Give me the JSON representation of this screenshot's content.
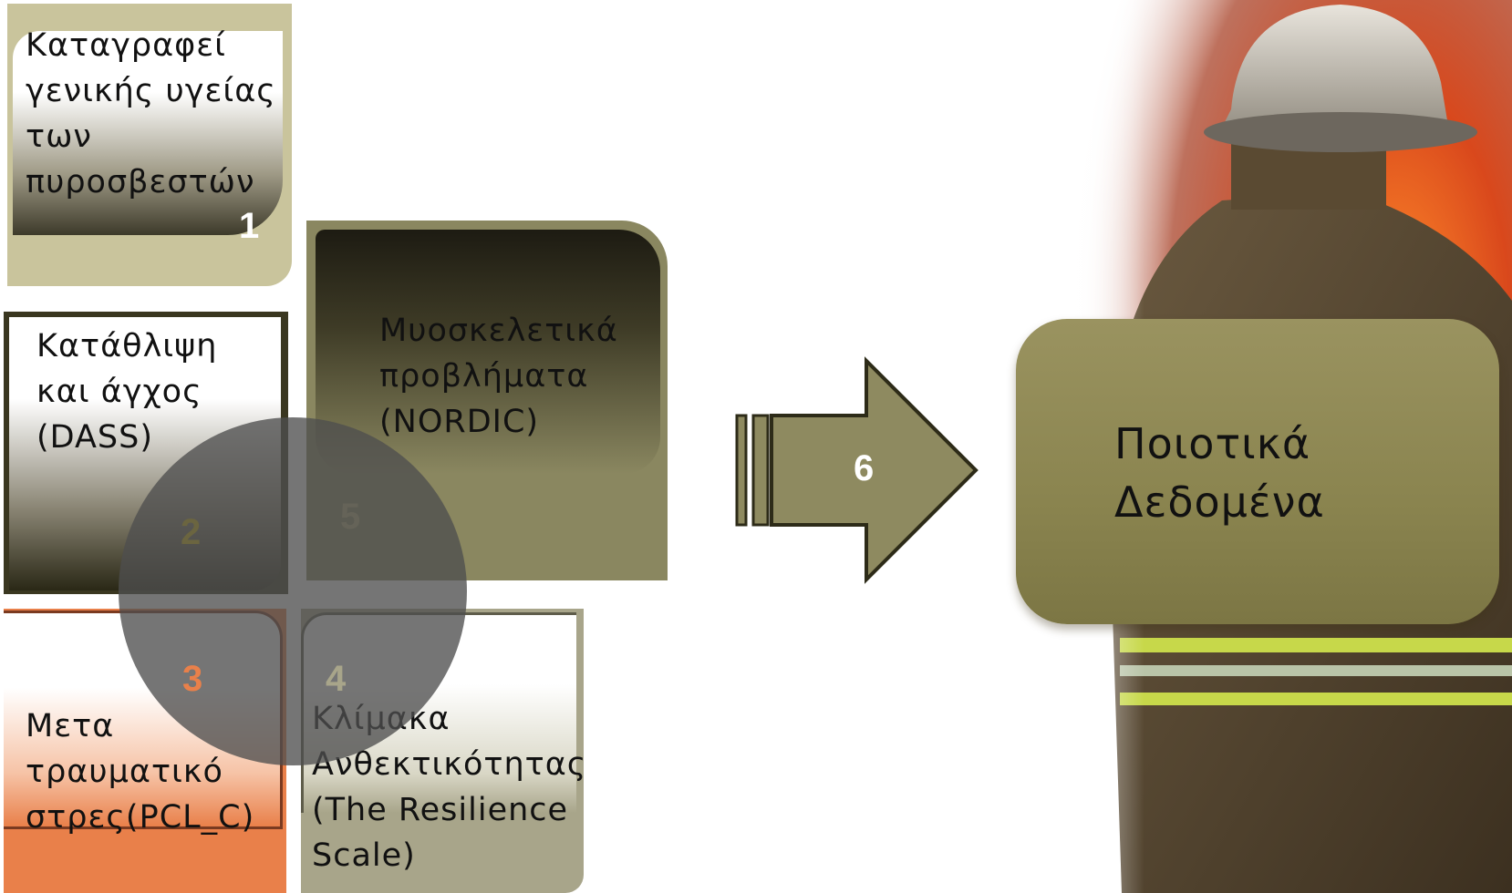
{
  "colors": {
    "olive": "#8a8760",
    "olive_dark": "#3a3720",
    "khaki": "#c9c49c",
    "orange": "#e9804a",
    "stone": "#a8a58a",
    "circle": "#5a5a5a",
    "arrow": "#8e8a60",
    "result_box": "#8a844f"
  },
  "steps": [
    {
      "number": "1",
      "label": "Καταγραφεί\nγενικής υγείας\nτων\nπυροσβεστών"
    },
    {
      "number": "2",
      "label": "Κατάθλιψη\nκαι  άγχος\n(DASS)"
    },
    {
      "number": "3",
      "label": "Μετα\nτραυματικό\nστρες(PCL_C)"
    },
    {
      "number": "4",
      "label": "Κλίμακα\nΑνθεκτικότητας\n(The Resilience\nScale)"
    },
    {
      "number": "5",
      "label": "Μυοσκελετικά\nπροβλήματα\n(NORDIC)"
    }
  ],
  "arrow": {
    "number": "6"
  },
  "result": {
    "label": "Ποιοτικά\nΔεδομένα"
  },
  "background_image": {
    "subject": "firefighter-with-fire"
  }
}
